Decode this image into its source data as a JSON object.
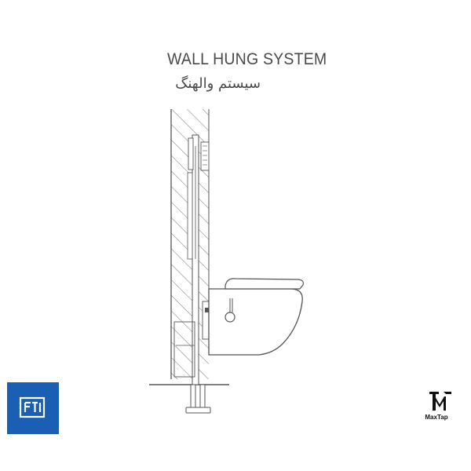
{
  "title": {
    "english": "WALL HUNG SYSTEM",
    "persian": "سیستم والهنگ"
  },
  "logos": {
    "left": {
      "text": "FTI",
      "background_color": "#1a5fb4",
      "foreground_color": "#ffffff"
    },
    "right": {
      "text": "MaxTap",
      "color": "#111111"
    }
  },
  "colors": {
    "line": "#555555",
    "hatch": "#777777",
    "text": "#4a4a4a"
  }
}
